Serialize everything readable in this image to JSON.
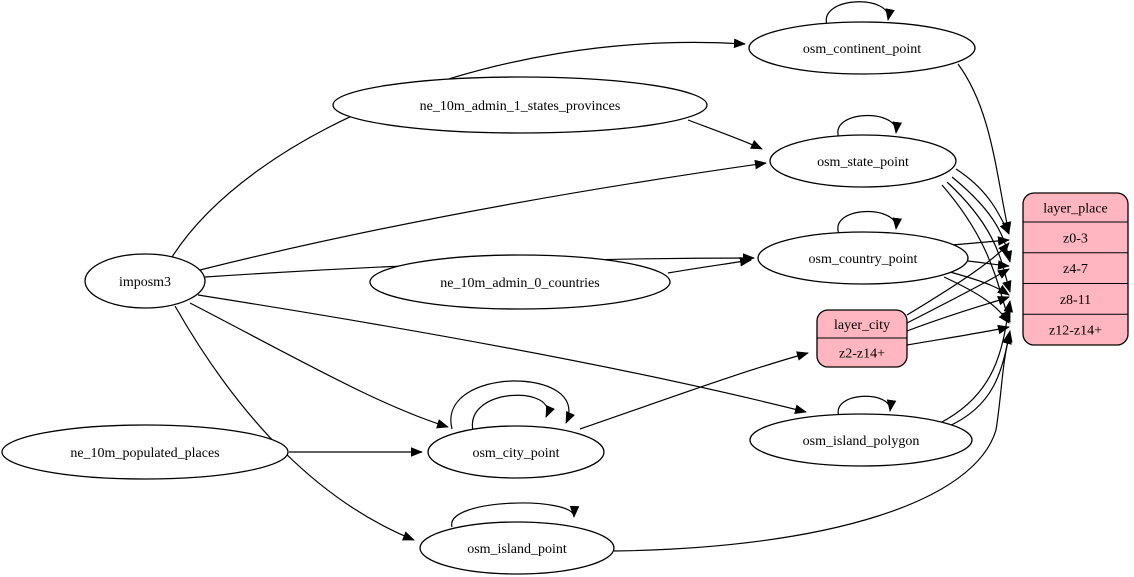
{
  "diagram": {
    "kind": "etl-graph",
    "background_color": "#ffffff",
    "edge_color": "#000000",
    "table_node_fill": "#ffffff",
    "layer_node_fill": "#ffb6c1",
    "nodes": [
      {
        "id": "imposm3",
        "type": "ellipse",
        "label": "imposm3"
      },
      {
        "id": "ne_10m_admin_1_states_provinces",
        "type": "ellipse",
        "label": "ne_10m_admin_1_states_provinces"
      },
      {
        "id": "ne_10m_admin_0_countries",
        "type": "ellipse",
        "label": "ne_10m_admin_0_countries"
      },
      {
        "id": "ne_10m_populated_places",
        "type": "ellipse",
        "label": "ne_10m_populated_places"
      },
      {
        "id": "osm_continent_point",
        "type": "ellipse",
        "label": "osm_continent_point"
      },
      {
        "id": "osm_state_point",
        "type": "ellipse",
        "label": "osm_state_point"
      },
      {
        "id": "osm_country_point",
        "type": "ellipse",
        "label": "osm_country_point"
      },
      {
        "id": "osm_island_polygon",
        "type": "ellipse",
        "label": "osm_island_polygon"
      },
      {
        "id": "osm_city_point",
        "type": "ellipse",
        "label": "osm_city_point"
      },
      {
        "id": "osm_island_point",
        "type": "ellipse",
        "label": "osm_island_point"
      },
      {
        "id": "layer_city",
        "type": "record",
        "title": "layer_city",
        "rows": [
          "z2-z14+"
        ]
      },
      {
        "id": "layer_place",
        "type": "record",
        "title": "layer_place",
        "rows": [
          "z0-3",
          "z4-7",
          "z8-11",
          "z12-z14+"
        ]
      }
    ],
    "edges": [
      {
        "from": "imposm3",
        "to": "osm_continent_point"
      },
      {
        "from": "imposm3",
        "to": "osm_state_point"
      },
      {
        "from": "imposm3",
        "to": "osm_country_point"
      },
      {
        "from": "imposm3",
        "to": "osm_city_point"
      },
      {
        "from": "imposm3",
        "to": "osm_island_polygon"
      },
      {
        "from": "imposm3",
        "to": "osm_island_point"
      },
      {
        "from": "ne_10m_admin_1_states_provinces",
        "to": "osm_state_point"
      },
      {
        "from": "ne_10m_admin_0_countries",
        "to": "osm_country_point"
      },
      {
        "from": "ne_10m_populated_places",
        "to": "osm_city_point"
      },
      {
        "from": "osm_continent_point",
        "to": "osm_continent_point"
      },
      {
        "from": "osm_state_point",
        "to": "osm_state_point"
      },
      {
        "from": "osm_country_point",
        "to": "osm_country_point"
      },
      {
        "from": "osm_city_point",
        "to": "osm_city_point"
      },
      {
        "from": "osm_city_point",
        "to": "osm_city_point",
        "n": 2
      },
      {
        "from": "osm_island_polygon",
        "to": "osm_island_polygon"
      },
      {
        "from": "osm_island_point",
        "to": "osm_island_point"
      },
      {
        "from": "osm_continent_point",
        "to": "layer_place:z0-3"
      },
      {
        "from": "osm_state_point",
        "to": "layer_place:z0-3"
      },
      {
        "from": "osm_state_point",
        "to": "layer_place:z4-7"
      },
      {
        "from": "osm_state_point",
        "to": "layer_place:z8-11"
      },
      {
        "from": "osm_state_point",
        "to": "layer_place:z12-z14+"
      },
      {
        "from": "osm_country_point",
        "to": "layer_place:z0-3"
      },
      {
        "from": "osm_country_point",
        "to": "layer_place:z4-7"
      },
      {
        "from": "osm_country_point",
        "to": "layer_place:z8-11"
      },
      {
        "from": "osm_country_point",
        "to": "layer_place:z12-z14+"
      },
      {
        "from": "osm_city_point",
        "to": "layer_city:z2-z14+"
      },
      {
        "from": "layer_city:z2-z14+",
        "to": "layer_place:z0-3"
      },
      {
        "from": "layer_city:z2-z14+",
        "to": "layer_place:z4-7"
      },
      {
        "from": "layer_city:z2-z14+",
        "to": "layer_place:z8-11"
      },
      {
        "from": "layer_city:z2-z14+",
        "to": "layer_place:z12-z14+"
      },
      {
        "from": "osm_island_polygon",
        "to": "layer_place:z8-11"
      },
      {
        "from": "osm_island_polygon",
        "to": "layer_place:z12-z14+"
      },
      {
        "from": "osm_island_point",
        "to": "layer_place:z12-z14+"
      }
    ]
  }
}
